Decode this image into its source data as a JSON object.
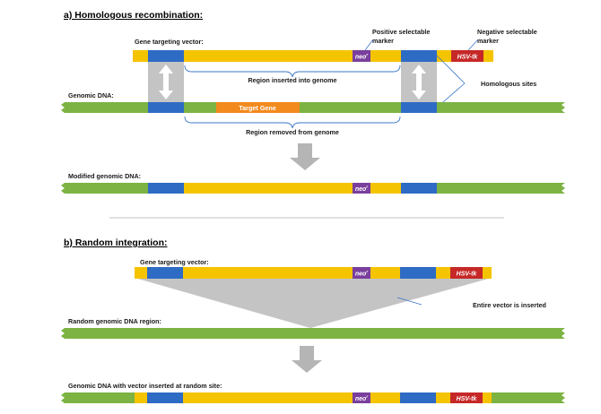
{
  "section_a": {
    "title": "a) Homologous recombination:",
    "vector_label": "Gene targeting vector:",
    "genomic_label": "Genomic DNA:",
    "positive_marker": [
      "Positive selectable",
      "marker"
    ],
    "negative_marker": [
      "Negative selectable",
      "marker"
    ],
    "neo_label": "neo",
    "neo_sup": "r",
    "hsv_label": "HSV-tk",
    "target_gene_label": "Target Gene",
    "region_inserted_label": "Region inserted into genome",
    "region_removed_label": "Region removed from genome",
    "homologous_sites_label": "Homologous sites",
    "modified_label": "Modified genomic DNA:"
  },
  "section_b": {
    "title": "b) Random integration:",
    "vector_label": "Gene targeting vector:",
    "entire_vector_label": "Entire vector is inserted",
    "random_region_label": "Random genomic DNA region:",
    "result_label": "Genomic DNA with vector inserted at random site:"
  },
  "colors": {
    "vector_yellow": "#f5c400",
    "genomic_green": "#7cb342",
    "homology_blue": "#2e6bc4",
    "neo_purple": "#7a3f9d",
    "hsv_red": "#c62828",
    "target_orange": "#f28a1e",
    "arrow_gray": "#b5b5b5",
    "brace_blue": "#3a77c6"
  }
}
